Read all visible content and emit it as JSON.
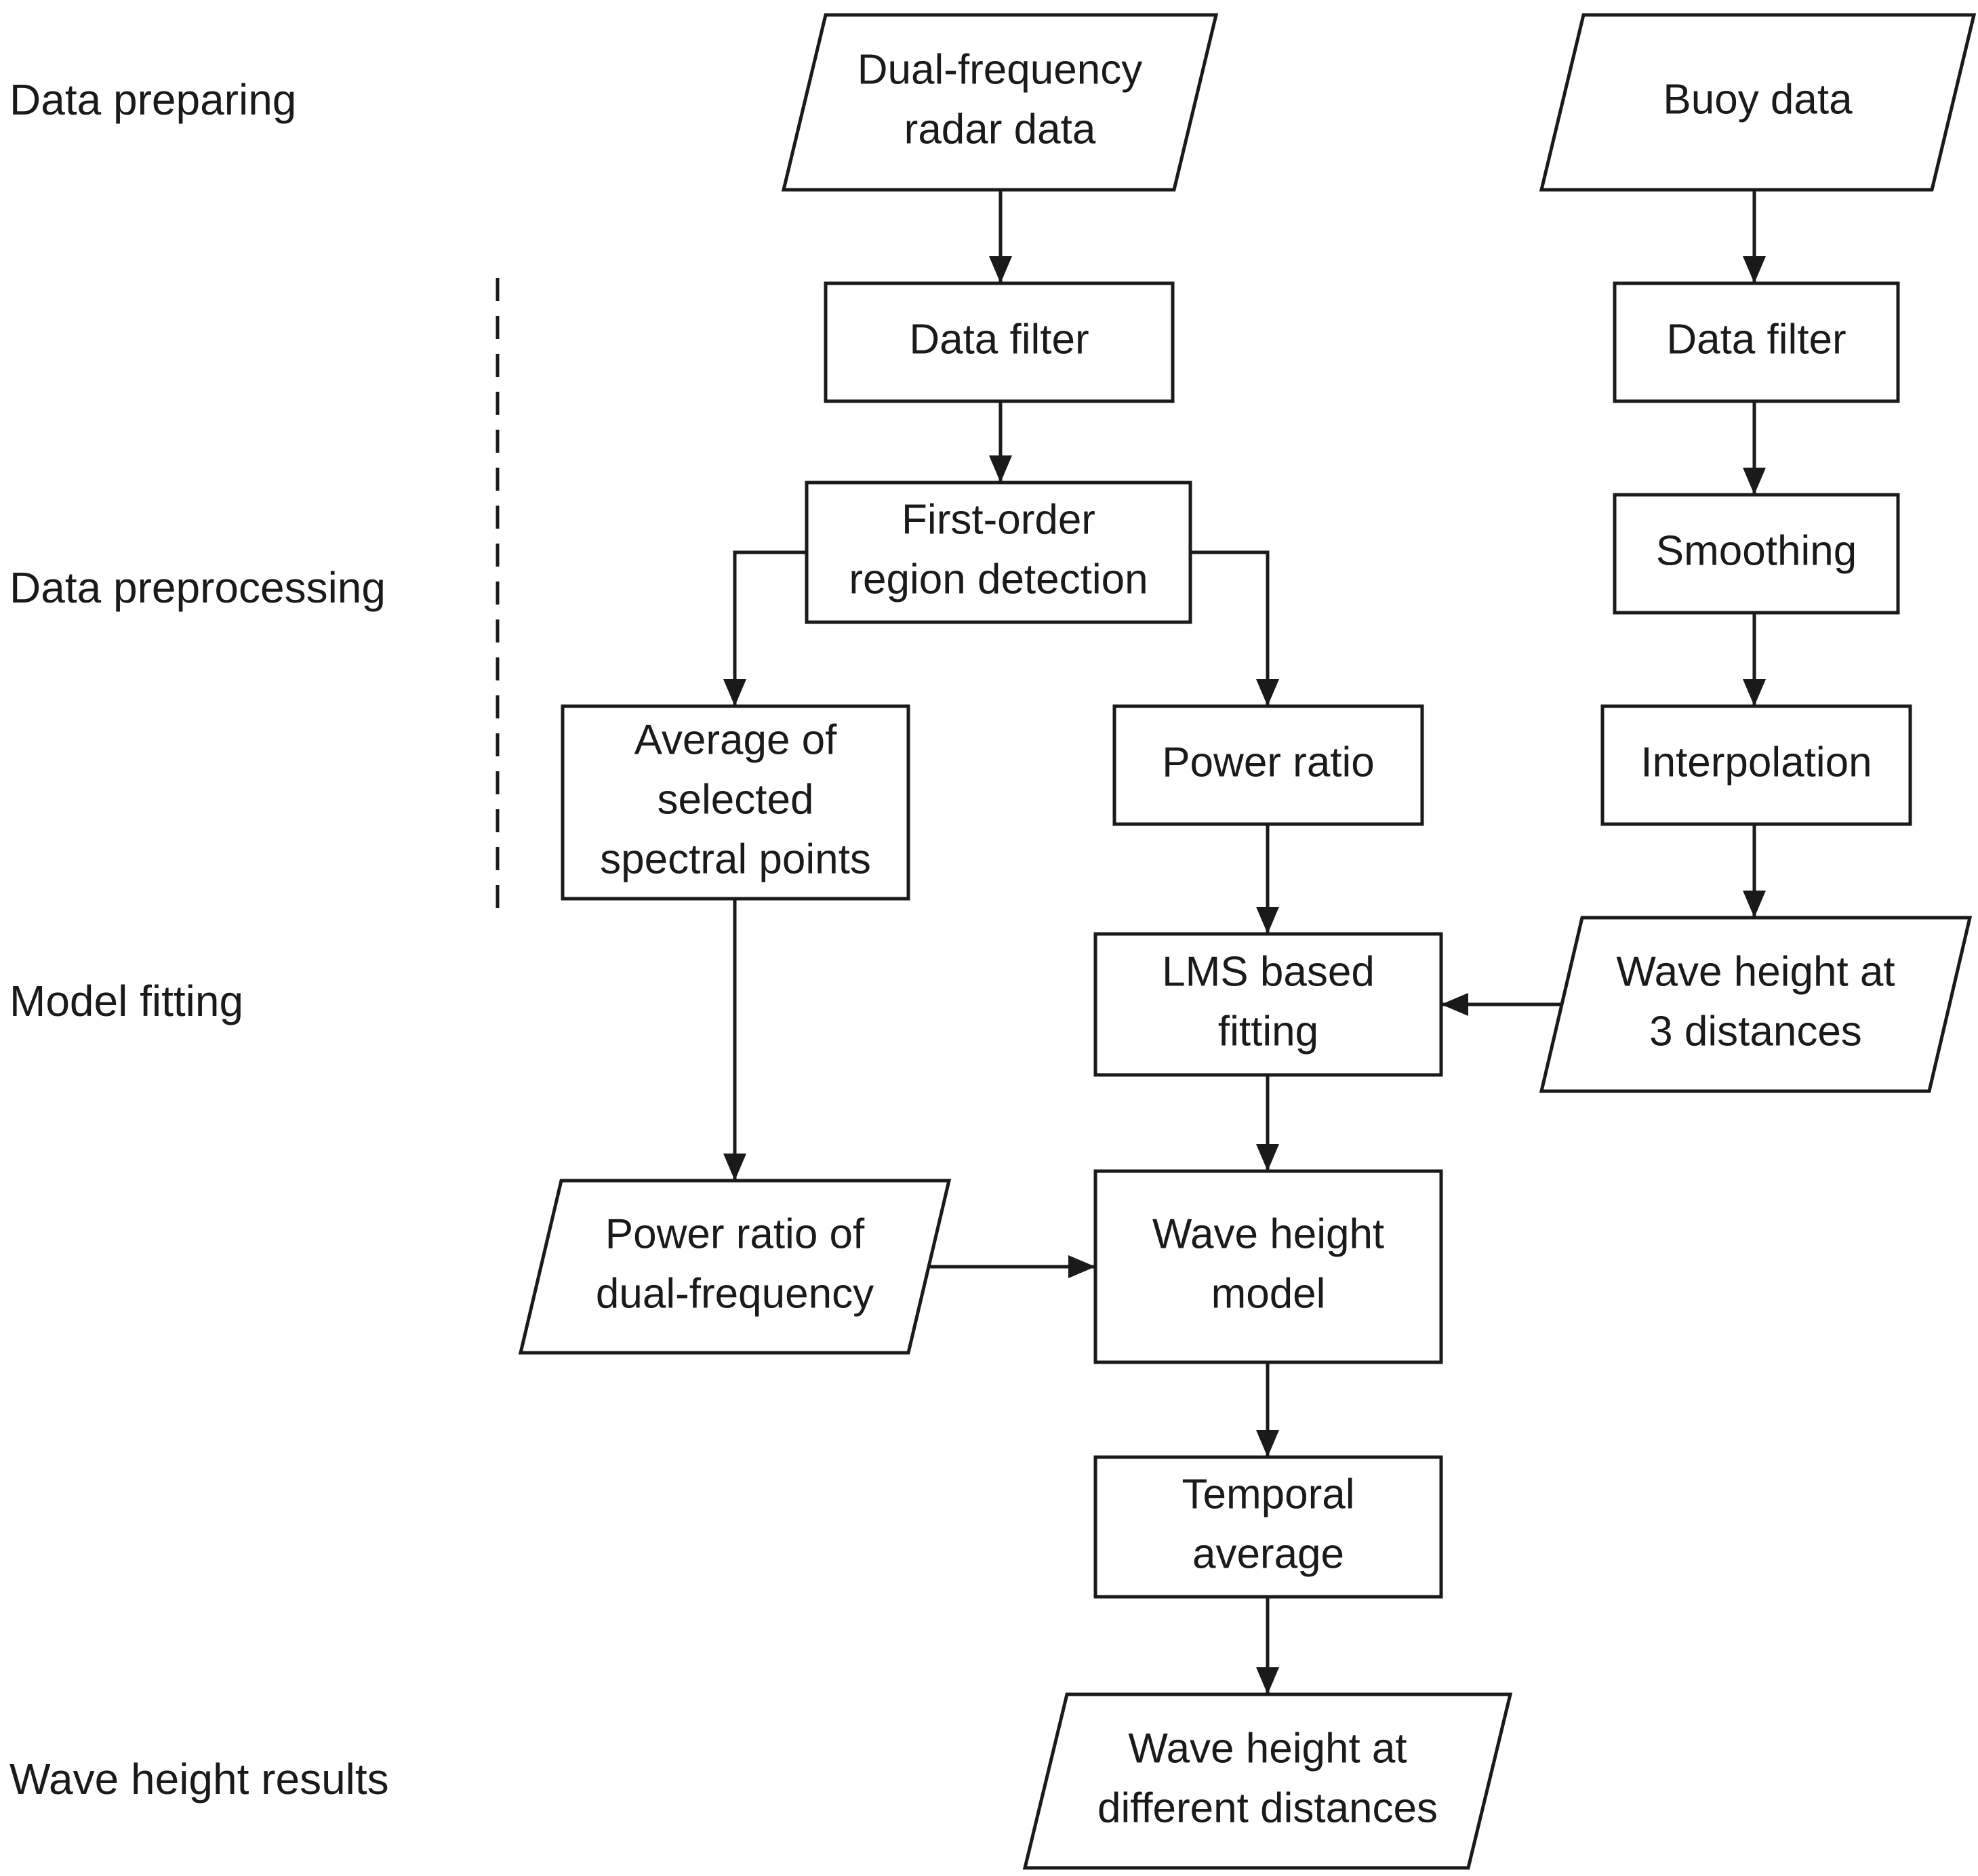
{
  "stages": [
    {
      "id": "stage-data-preparing",
      "label": "Data preparing"
    },
    {
      "id": "stage-data-preprocessing",
      "label": "Data preprocessing"
    },
    {
      "id": "stage-model-fitting",
      "label": "Model fitting"
    },
    {
      "id": "stage-wave-height-results",
      "label": "Wave height results"
    }
  ],
  "nodes": [
    {
      "id": "dual-frequency-radar-data",
      "shape": "parallelogram",
      "lines": [
        "Dual-frequency",
        "radar data"
      ]
    },
    {
      "id": "buoy-data",
      "shape": "parallelogram",
      "lines": [
        "Buoy data"
      ]
    },
    {
      "id": "radar-data-filter",
      "shape": "process",
      "lines": [
        "Data filter"
      ]
    },
    {
      "id": "buoy-data-filter",
      "shape": "process",
      "lines": [
        "Data filter"
      ]
    },
    {
      "id": "first-order-region-detection",
      "shape": "process",
      "lines": [
        "First-order",
        "region detection"
      ]
    },
    {
      "id": "smoothing",
      "shape": "process",
      "lines": [
        "Smoothing"
      ]
    },
    {
      "id": "average-of-selected-spectral-points",
      "shape": "process",
      "lines": [
        "Average of",
        "selected",
        "spectral points"
      ]
    },
    {
      "id": "power-ratio",
      "shape": "process",
      "lines": [
        "Power ratio"
      ]
    },
    {
      "id": "interpolation",
      "shape": "process",
      "lines": [
        "Interpolation"
      ]
    },
    {
      "id": "lms-based-fitting",
      "shape": "process",
      "lines": [
        "LMS based",
        "fitting"
      ]
    },
    {
      "id": "wave-height-at-3-distances",
      "shape": "parallelogram",
      "lines": [
        "Wave height at",
        "3 distances"
      ]
    },
    {
      "id": "power-ratio-of-dual-frequency",
      "shape": "parallelogram",
      "lines": [
        "Power ratio of",
        "dual-frequency"
      ]
    },
    {
      "id": "wave-height-model",
      "shape": "process",
      "lines": [
        "Wave height",
        "model"
      ]
    },
    {
      "id": "temporal-average",
      "shape": "process",
      "lines": [
        "Temporal",
        "average"
      ]
    },
    {
      "id": "wave-height-at-different-distances",
      "shape": "parallelogram",
      "lines": [
        "Wave height at",
        "different distances"
      ]
    }
  ],
  "edges": [
    {
      "from": "dual-frequency-radar-data",
      "to": "radar-data-filter"
    },
    {
      "from": "radar-data-filter",
      "to": "first-order-region-detection"
    },
    {
      "from": "first-order-region-detection",
      "to": "average-of-selected-spectral-points"
    },
    {
      "from": "first-order-region-detection",
      "to": "power-ratio"
    },
    {
      "from": "average-of-selected-spectral-points",
      "to": "power-ratio-of-dual-frequency"
    },
    {
      "from": "power-ratio",
      "to": "lms-based-fitting"
    },
    {
      "from": "buoy-data",
      "to": "buoy-data-filter"
    },
    {
      "from": "buoy-data-filter",
      "to": "smoothing"
    },
    {
      "from": "smoothing",
      "to": "interpolation"
    },
    {
      "from": "interpolation",
      "to": "wave-height-at-3-distances"
    },
    {
      "from": "wave-height-at-3-distances",
      "to": "lms-based-fitting"
    },
    {
      "from": "lms-based-fitting",
      "to": "wave-height-model"
    },
    {
      "from": "power-ratio-of-dual-frequency",
      "to": "wave-height-model"
    },
    {
      "from": "wave-height-model",
      "to": "temporal-average"
    },
    {
      "from": "temporal-average",
      "to": "wave-height-at-different-distances"
    }
  ]
}
